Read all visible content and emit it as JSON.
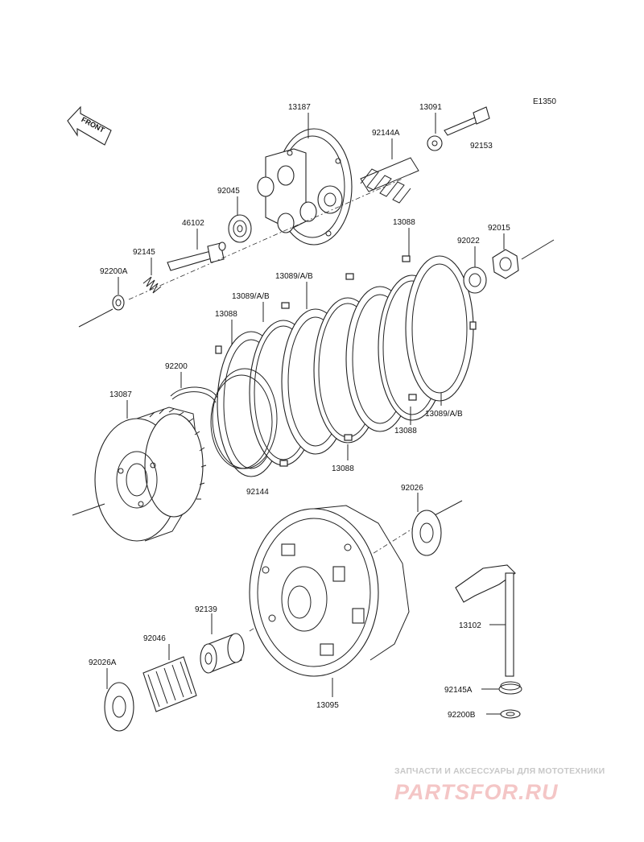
{
  "diagram_code": "E1350",
  "front_label": "FRONT",
  "part_labels": {
    "p13187": "13187",
    "p13091": "13091",
    "p92144A": "92144A",
    "p92153": "92153",
    "p92045": "92045",
    "p46102": "46102",
    "p92145": "92145",
    "p92200A": "92200A",
    "p13088_top": "13088",
    "p92022": "92022",
    "p92015": "92015",
    "p13089_a": "13089/A/B",
    "p13089_b": "13089/A/B",
    "p13088_left": "13088",
    "p92200": "92200",
    "p13087": "13087",
    "p13089_c": "13089/A/B",
    "p13088_mid": "13088",
    "p13088_low": "13088",
    "p92144": "92144",
    "p92026": "92026",
    "p92139": "92139",
    "p92046": "92046",
    "p13102": "13102",
    "p92026A": "92026A",
    "p92145A": "92145A",
    "p92200B": "92200B",
    "p13095": "13095"
  },
  "watermark": {
    "tagline": "ЗАПЧАСТИ И АКСЕССУАРЫ ДЛЯ МОТОТЕХНИКИ",
    "brand": "PARTSFOR.RU",
    "color": "#f4c6c6"
  }
}
